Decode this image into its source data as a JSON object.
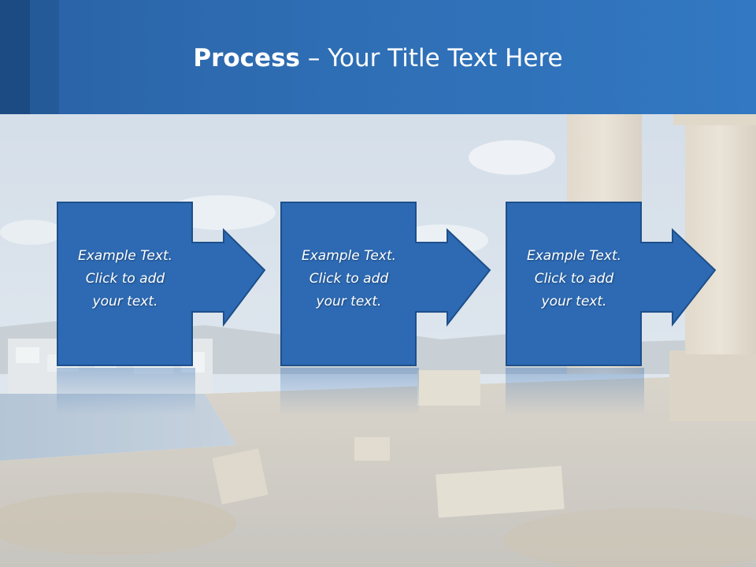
{
  "slide": {
    "title_bold": "Process",
    "title_rest": " – Your Title Text Here"
  },
  "steps": [
    {
      "line1": "Example Text.",
      "line2": "Click  to add",
      "line3": "your text."
    },
    {
      "line1": "Example Text.",
      "line2": "Click  to add",
      "line3": "your text."
    },
    {
      "line1": "Example Text.",
      "line2": "Click  to add",
      "line3": "your text."
    }
  ],
  "colors": {
    "header_blue": "#2e6db3",
    "box_fill": "#2d6ab3",
    "box_border": "#1d4f8a",
    "text": "#ffffff"
  },
  "background": {
    "icon": "greek-coast-photo"
  }
}
